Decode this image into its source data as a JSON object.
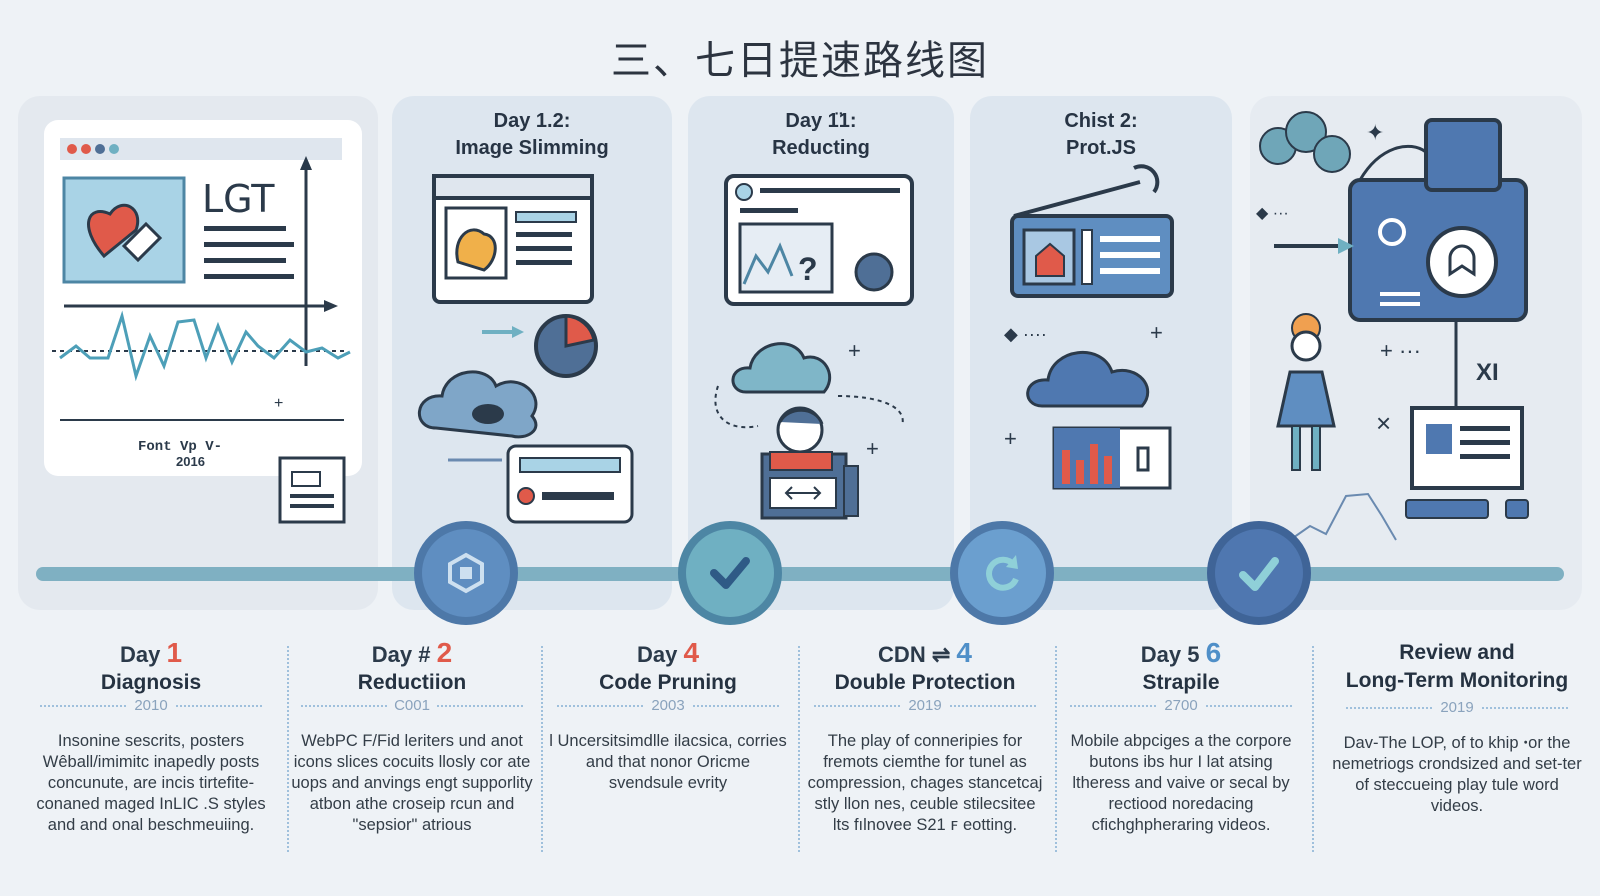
{
  "title": "三、七日提速路线图",
  "panels": [
    {
      "title": "",
      "screen_label": "LGT",
      "caption": "Font   Vp   V-",
      "year": "2016"
    },
    {
      "title": "Day 1.2:\nImage Slimming"
    },
    {
      "title": "Day 1̈1:\nReducting"
    },
    {
      "title": "Chist 2:\nProt.JS"
    },
    {
      "title": ""
    }
  ],
  "timeline": {
    "columns": [
      {
        "day_prefix": "Day ",
        "day_num": "1",
        "num_color": "#e05a4a",
        "name": "Diagnosis",
        "year": "2010",
        "desc": "Insonine sescrits, posters Wêball/imimitc inapedly posts concunute, are incis tirtefite-conaned maged InLIC .S styles and and onal beschmeuiing."
      },
      {
        "day_prefix": "Day # ",
        "day_num": "2",
        "num_color": "#e05a4a",
        "name": "Reductiion",
        "year": "C001",
        "desc": "WebPC F/Fid leriters und anot icons slices cocuits llosly cor ate uops and anvings engt supporlity atbon athe croseip rcun and \"sepsior\" atrious"
      },
      {
        "day_prefix": "Day ",
        "day_num": "4",
        "num_color": "#e05a4a",
        "name": "Code Pruning",
        "year": "2003",
        "desc": "l Uncersitsimdlle ilacsica, corries and that nonor Oricme svendsule evrity"
      },
      {
        "day_prefix": "CDN ⇌ ",
        "day_num": "4",
        "num_color": "#4f8fc8",
        "name": "Double Protection",
        "year": "2019",
        "desc": "The play of conneripies for fremots ciemthe for tunel as compression, chages stancetcaj stly llon nes, ceuble stilecsitee lts fılnovee S21 ꜰ eotting."
      },
      {
        "day_prefix": "Day 5 ",
        "day_num": "6",
        "num_color": "#4f8fc8",
        "name": "Strapile",
        "year": "2700",
        "desc": "Mobile abpciges a the corpore butons ibs hur I lat atsing ltheress and vaive or secal by rectiood noredacing cfichghpheraring videos."
      },
      {
        "day_prefix": "",
        "day_num": "",
        "num_color": "#e05a4a",
        "name": "Review and\nLong-Term Monitoring",
        "year": "2019",
        "desc": "Dav-The LOP, of to khip ꞏor the nemetriogs crondsized and set-ter of steccueing play tule word videos."
      }
    ]
  },
  "colors": {
    "accent_red": "#e05a4a",
    "accent_blue": "#4f8fc8",
    "timeline": "#7fb0c2",
    "node_dark": "#4d78a8"
  }
}
